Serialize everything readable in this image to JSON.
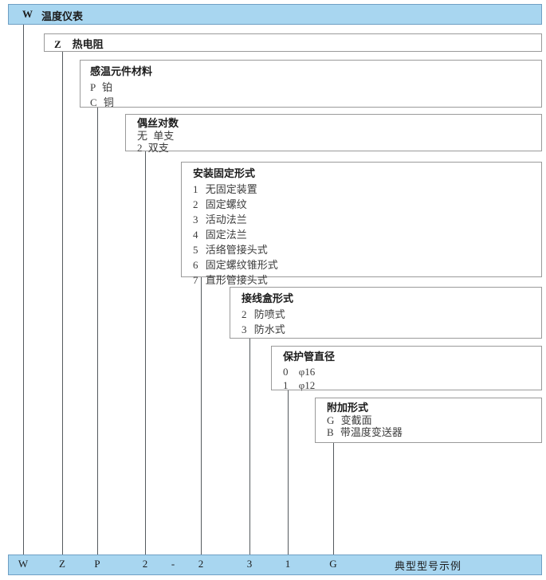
{
  "header": {
    "code": "W",
    "label": "温度仪表"
  },
  "sections": [
    {
      "name": "type",
      "title": "",
      "code": "Z",
      "label": "热电阻",
      "items": []
    },
    {
      "name": "sensing-element-material",
      "title": "感温元件材料",
      "items": [
        {
          "code": "P",
          "label": "铂"
        },
        {
          "code": "C",
          "label": "铜"
        }
      ]
    },
    {
      "name": "wire-pairs",
      "title": "偶丝对数",
      "items": [
        {
          "code": "无",
          "label": "单支"
        },
        {
          "code": "2",
          "label": "双支"
        }
      ]
    },
    {
      "name": "mounting-fixing-type",
      "title": "安装固定形式",
      "items": [
        {
          "code": "1",
          "label": "无固定装置"
        },
        {
          "code": "2",
          "label": "固定螺纹"
        },
        {
          "code": "3",
          "label": "活动法兰"
        },
        {
          "code": "4",
          "label": "固定法兰"
        },
        {
          "code": "5",
          "label": "活络管接头式"
        },
        {
          "code": "6",
          "label": "固定螺纹锥形式"
        },
        {
          "code": "7",
          "label": "直形管接头式"
        }
      ]
    },
    {
      "name": "junction-box-type",
      "title": "接线盒形式",
      "items": [
        {
          "code": "2",
          "label": "防喷式"
        },
        {
          "code": "3",
          "label": "防水式"
        }
      ]
    },
    {
      "name": "protection-tube-diameter",
      "title": "保护管直径",
      "items": [
        {
          "code": "0",
          "label": "φ16"
        },
        {
          "code": "1",
          "label": "φ12"
        }
      ]
    },
    {
      "name": "additional-type",
      "title": "附加形式",
      "items": [
        {
          "code": "G",
          "label": "变截面"
        },
        {
          "code": "B",
          "label": "带温度变送器"
        }
      ]
    }
  ],
  "legend": {
    "codes": [
      "W",
      "Z",
      "P",
      "2",
      "-",
      "2",
      "3",
      "1",
      "G"
    ],
    "note": "典型型号示例"
  },
  "colors": {
    "highlight_fill": "#a8d6f0",
    "highlight_border": "#6f9fc4",
    "box_border": "#9a9a9a",
    "line": "#555a5e",
    "title_text": "#1b1b1b",
    "item_text": "#3c3c3c"
  }
}
